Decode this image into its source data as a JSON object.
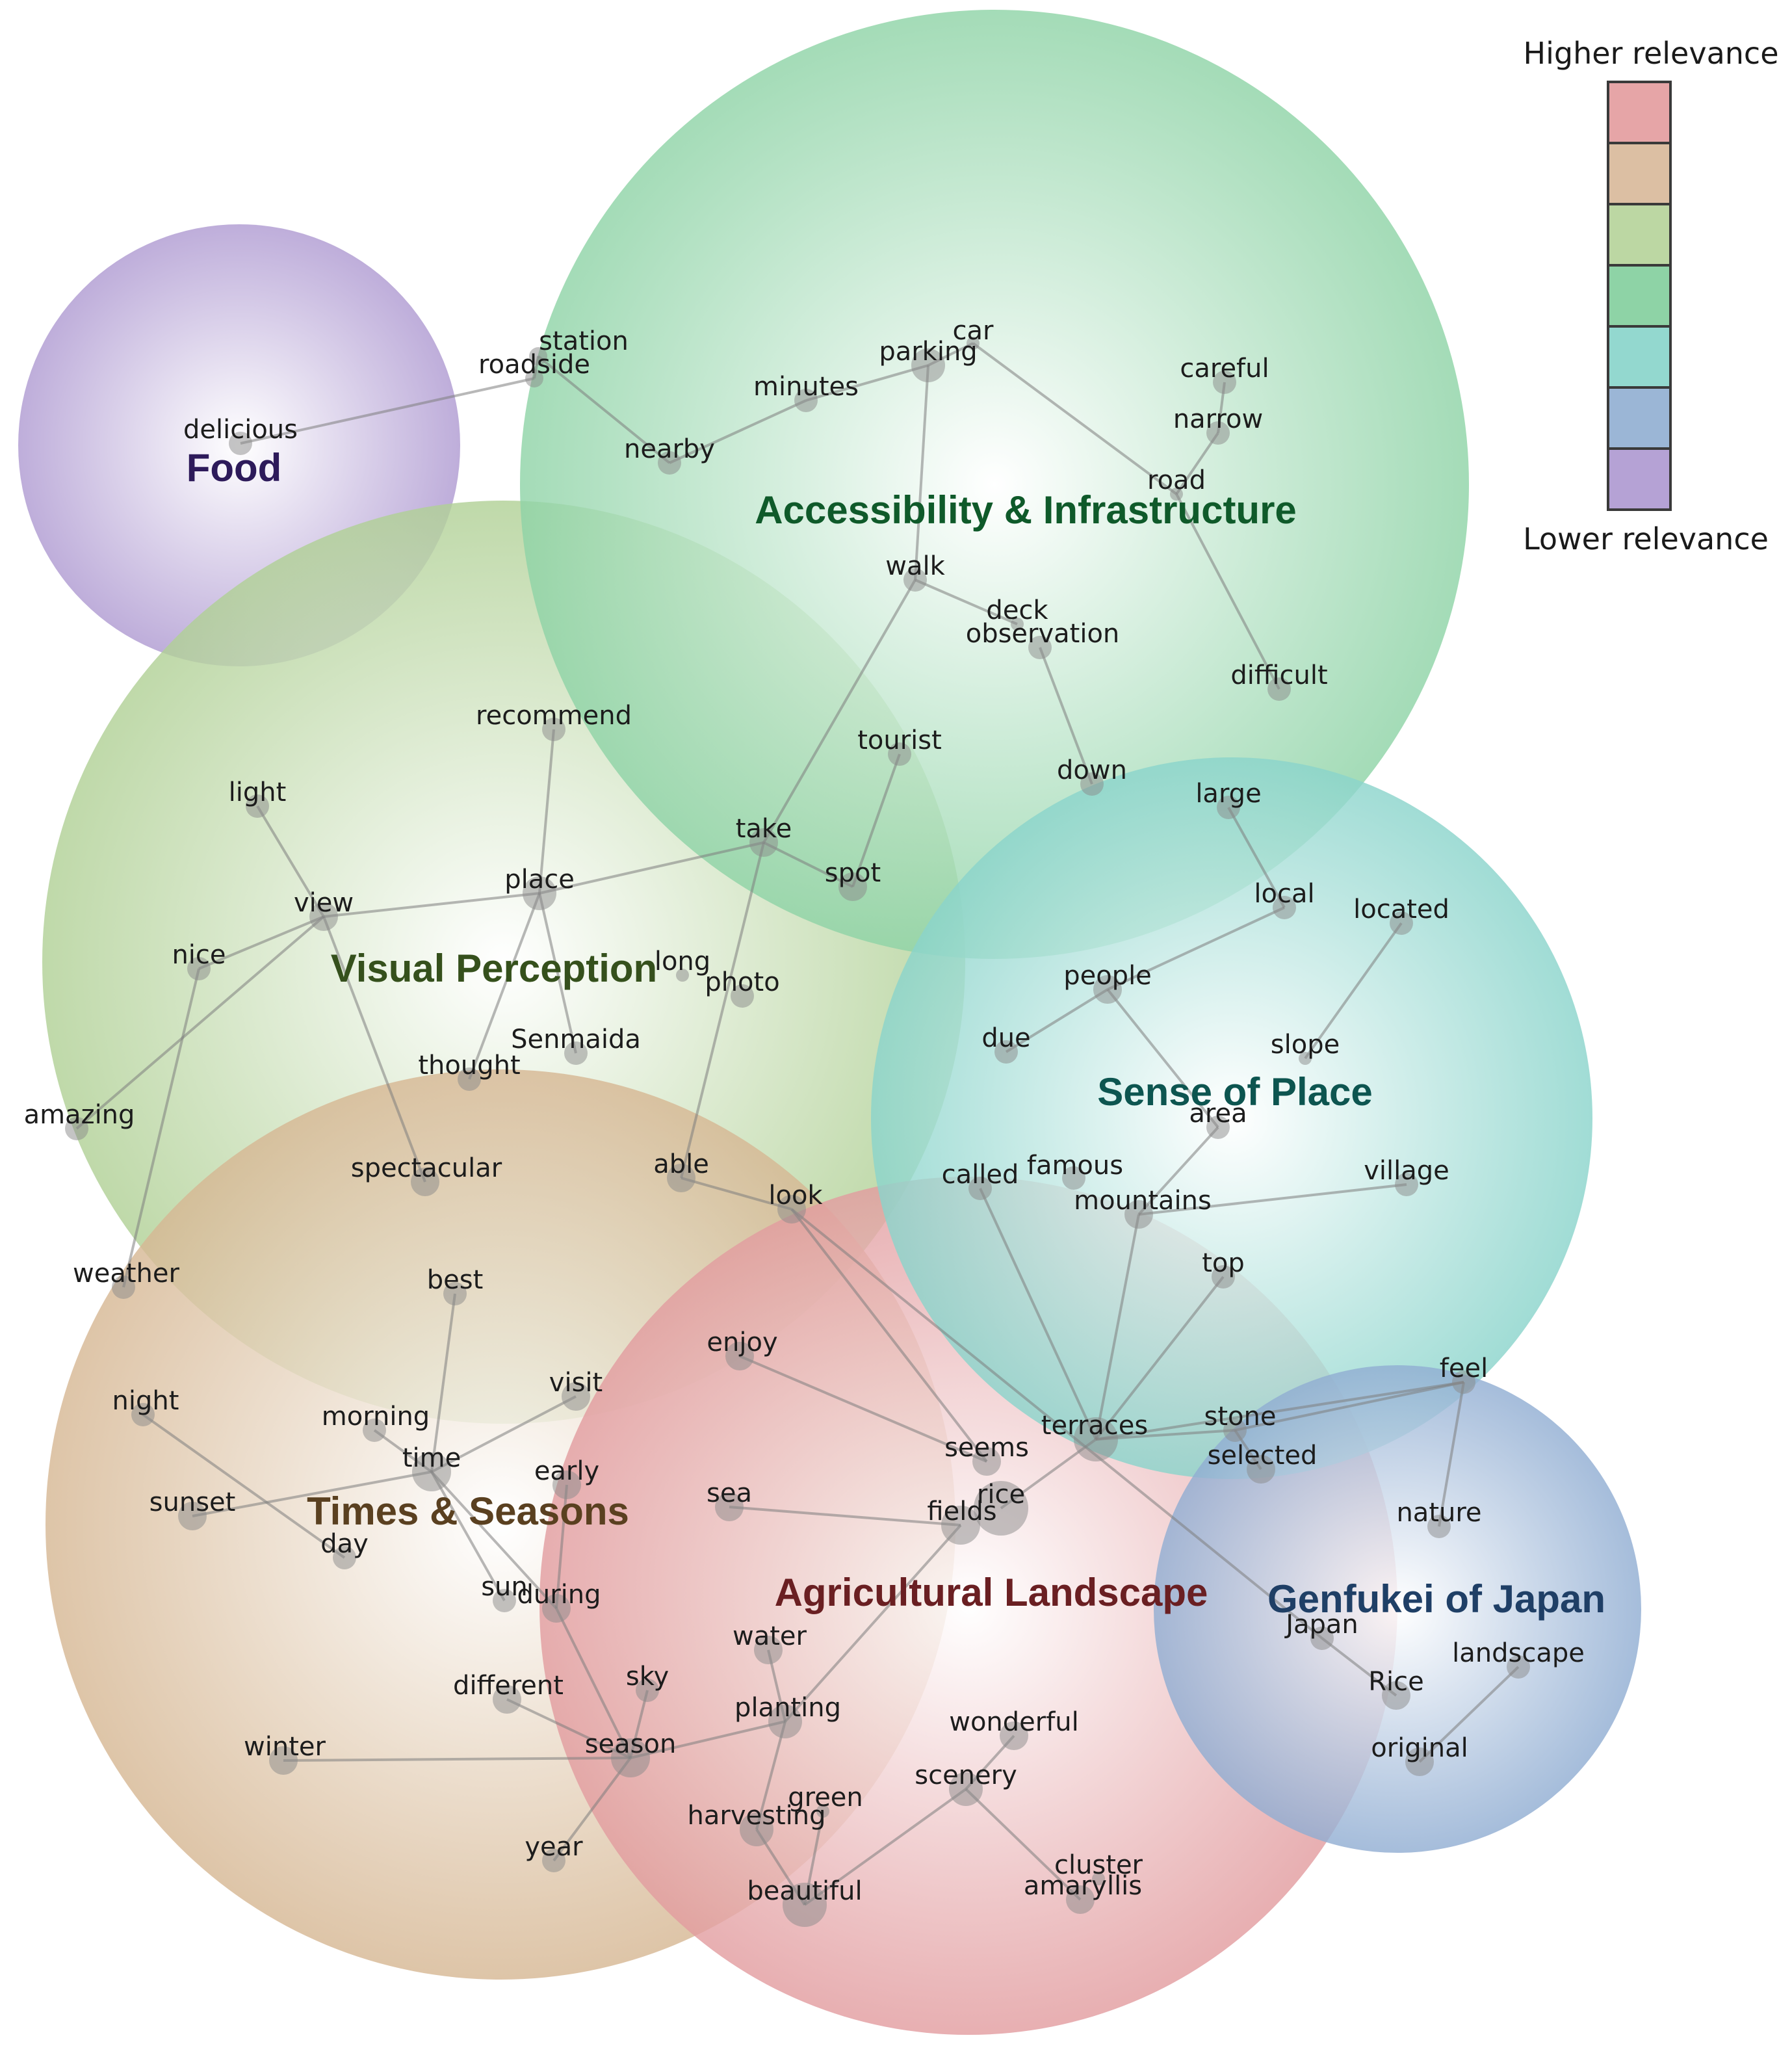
{
  "legend": {
    "top_label": "Higher relevance",
    "bottom_label": "Lower relevance",
    "colors": [
      "#e6a5a7",
      "#dcbfa3",
      "#bcd7a3",
      "#8ed3a6",
      "#93d8cf",
      "#9bb6d6",
      "#b5a2d5"
    ]
  },
  "topics": [
    {
      "id": "food",
      "label": "Food",
      "color": "#b5a2d5",
      "text_color": "#2d1a5a"
    },
    {
      "id": "access",
      "label": "Accessibility & Infrastructure",
      "color": "#8ed3a6",
      "text_color": "#0f5a2a"
    },
    {
      "id": "visual",
      "label": "Visual Perception",
      "color": "#bcd7a3",
      "text_color": "#35501c"
    },
    {
      "id": "place",
      "label": "Sense of Place",
      "color": "#93d8cf",
      "text_color": "#0d5550"
    },
    {
      "id": "times",
      "label": "Times & Seasons",
      "color": "#dcbfa3",
      "text_color": "#5a4020"
    },
    {
      "id": "agri",
      "label": "Agricultural Landscape",
      "color": "#e6a5a7",
      "text_color": "#6a1f22"
    },
    {
      "id": "genfukei",
      "label": "Genfukei of Japan",
      "color": "#9bb6d6",
      "text_color": "#1f3f66"
    }
  ],
  "words": [
    "delicious",
    "station",
    "roadside",
    "car",
    "parking",
    "minutes",
    "nearby",
    "careful",
    "narrow",
    "road",
    "walk",
    "deck",
    "observation",
    "difficult",
    "recommend",
    "tourist",
    "down",
    "large",
    "light",
    "take",
    "spot",
    "place",
    "view",
    "nice",
    "long",
    "photo",
    "local",
    "located",
    "people",
    "due",
    "slope",
    "Senmaida",
    "thought",
    "amazing",
    "area",
    "spectacular",
    "able",
    "famous",
    "called",
    "mountains",
    "village",
    "look",
    "weather",
    "best",
    "top",
    "enjoy",
    "visit",
    "night",
    "morning",
    "feel",
    "stone",
    "terraces",
    "seems",
    "selected",
    "time",
    "early",
    "sunset",
    "sea",
    "rice",
    "fields",
    "nature",
    "day",
    "sun",
    "during",
    "Japan",
    "water",
    "landscape",
    "sky",
    "different",
    "planting",
    "Rice",
    "season",
    "winter",
    "original",
    "wonderful",
    "green",
    "scenery",
    "harvesting",
    "year",
    "cluster",
    "amaryllis",
    "beautiful"
  ],
  "edges": [
    [
      "delicious",
      "roadside"
    ],
    [
      "roadside",
      "station"
    ],
    [
      "station",
      "nearby"
    ],
    [
      "nearby",
      "minutes"
    ],
    [
      "minutes",
      "parking"
    ],
    [
      "parking",
      "car"
    ],
    [
      "car",
      "road"
    ],
    [
      "road",
      "narrow"
    ],
    [
      "narrow",
      "careful"
    ],
    [
      "road",
      "difficult"
    ],
    [
      "parking",
      "walk"
    ],
    [
      "walk",
      "deck"
    ],
    [
      "walk",
      "take"
    ],
    [
      "observation",
      "down"
    ],
    [
      "recommend",
      "place"
    ],
    [
      "tourist",
      "spot"
    ],
    [
      "take",
      "spot"
    ],
    [
      "take",
      "place"
    ],
    [
      "take",
      "able"
    ],
    [
      "place",
      "view"
    ],
    [
      "place",
      "thought"
    ],
    [
      "place",
      "Senmaida"
    ],
    [
      "view",
      "light"
    ],
    [
      "view",
      "nice"
    ],
    [
      "view",
      "amazing"
    ],
    [
      "view",
      "spectacular"
    ],
    [
      "nice",
      "weather"
    ],
    [
      "large",
      "local"
    ],
    [
      "local",
      "people"
    ],
    [
      "people",
      "due"
    ],
    [
      "people",
      "area"
    ],
    [
      "located",
      "slope"
    ],
    [
      "area",
      "mountains"
    ],
    [
      "mountains",
      "village"
    ],
    [
      "mountains",
      "terraces"
    ],
    [
      "called",
      "terraces"
    ],
    [
      "top",
      "terraces"
    ],
    [
      "able",
      "look"
    ],
    [
      "look",
      "seems"
    ],
    [
      "look",
      "Japan"
    ],
    [
      "enjoy",
      "seems"
    ],
    [
      "best",
      "time"
    ],
    [
      "visit",
      "time"
    ],
    [
      "time",
      "sunset"
    ],
    [
      "time",
      "during"
    ],
    [
      "night",
      "day"
    ],
    [
      "morning",
      "time"
    ],
    [
      "terraces",
      "stone"
    ],
    [
      "terraces",
      "feel"
    ],
    [
      "stone",
      "selected"
    ],
    [
      "feel",
      "stone"
    ],
    [
      "feel",
      "nature"
    ],
    [
      "terraces",
      "rice"
    ],
    [
      "sea",
      "fields"
    ],
    [
      "fields",
      "planting"
    ],
    [
      "Japan",
      "Rice"
    ],
    [
      "landscape",
      "original"
    ],
    [
      "during",
      "season"
    ],
    [
      "season",
      "planting"
    ],
    [
      "season",
      "winter"
    ],
    [
      "season",
      "year"
    ],
    [
      "sky",
      "season"
    ],
    [
      "different",
      "season"
    ],
    [
      "water",
      "planting"
    ],
    [
      "planting",
      "harvesting"
    ],
    [
      "harvesting",
      "beautiful"
    ],
    [
      "green",
      "beautiful"
    ],
    [
      "scenery",
      "beautiful"
    ],
    [
      "scenery",
      "wonderful"
    ],
    [
      "scenery",
      "amaryllis"
    ],
    [
      "early",
      "during"
    ],
    [
      "sun",
      "time"
    ]
  ]
}
